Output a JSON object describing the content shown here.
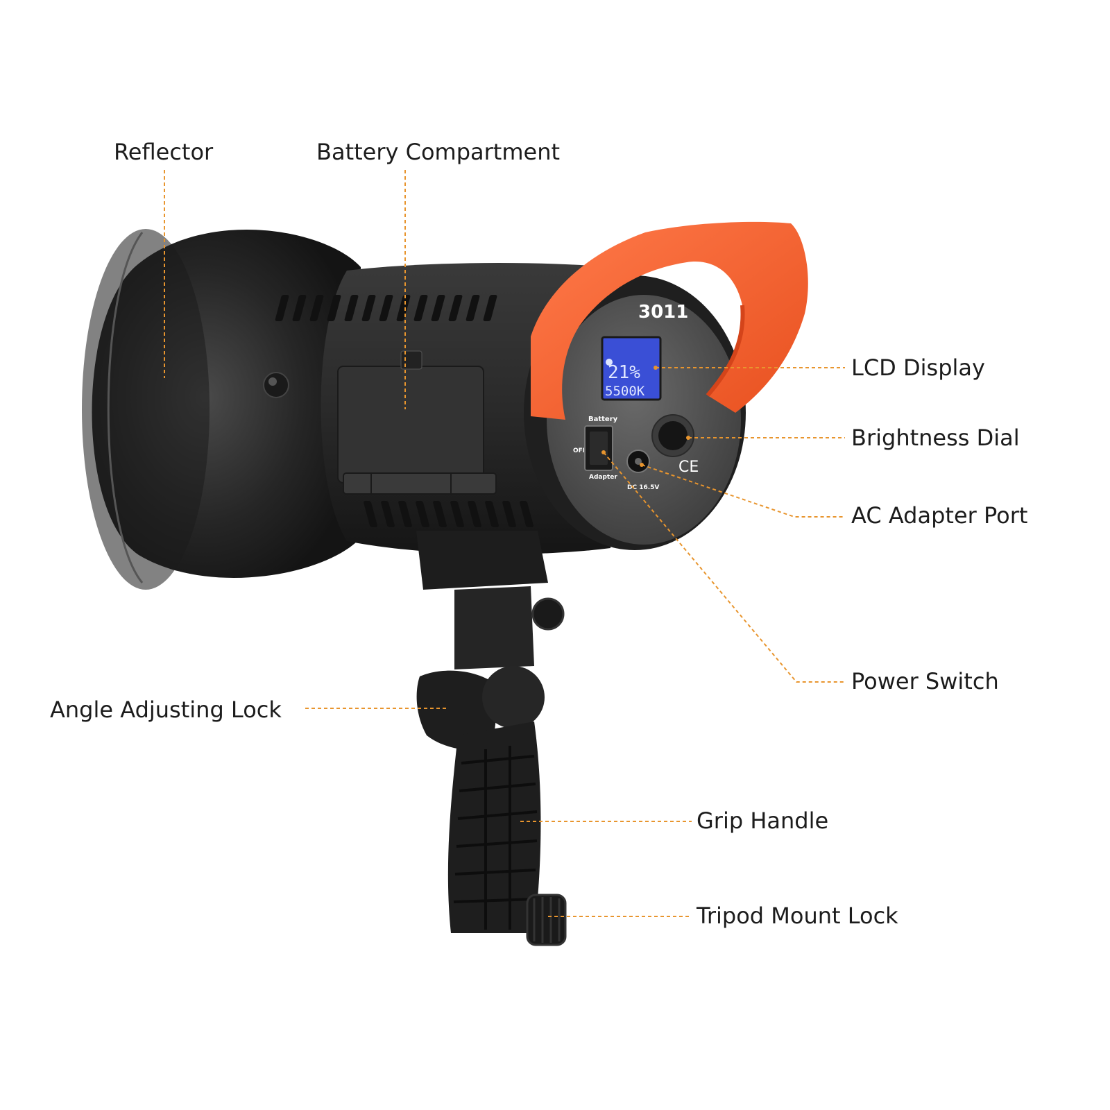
{
  "labels": {
    "reflector": "Reflector",
    "battery_compartment": "Battery Compartment",
    "lcd_display": "LCD Display",
    "brightness_dial": "Brightness Dial",
    "ac_adapter_port": "AC Adapter Port",
    "power_switch": "Power Switch",
    "angle_adjusting_lock": "Angle Adjusting Lock",
    "grip_handle": "Grip Handle",
    "tripod_mount_lock": "Tripod Mount Lock"
  },
  "device": {
    "model_text": "3011",
    "lcd_line1": "21%",
    "lcd_line2": "5500K",
    "battery_text": "Battery",
    "off_text": "OFF",
    "adapter_text": "Adapter",
    "dc_text": "DC 16.5V",
    "ce_mark": "CE"
  },
  "colors": {
    "annotation": "#e8952e",
    "handle": "#f25a2a",
    "body": "#2a2a2a",
    "lcd": "#3a4fd6"
  }
}
